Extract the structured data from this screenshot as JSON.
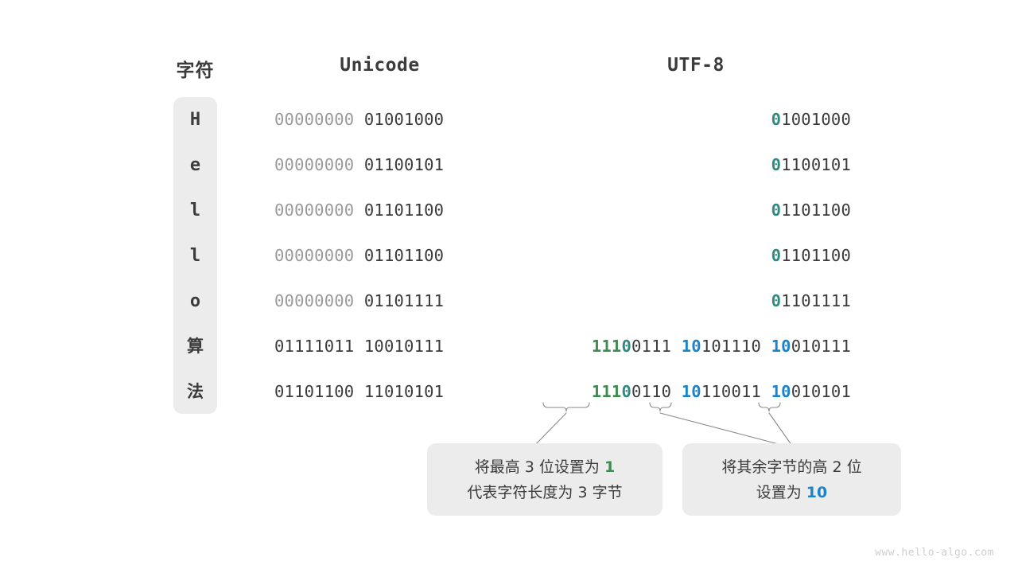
{
  "headers": {
    "character": "字符",
    "unicode": "Unicode",
    "utf8": "UTF-8"
  },
  "colors": {
    "dim": "#9a9a9a",
    "dark": "#3b3b3b",
    "teal": "#2e8b80",
    "green": "#3d8b4f",
    "blue": "#1b83c9",
    "chip_bg": "#ececec",
    "page_bg": "#ffffff"
  },
  "rows": [
    {
      "char": "H",
      "cjk": false,
      "unicode": "00000000 01001000",
      "unicode_dim": "00000000",
      "unicode_rest": " 01001000",
      "utf8_text": "01001000",
      "utf8_lead": "0",
      "utf8_rest": "1001000"
    },
    {
      "char": "e",
      "cjk": false,
      "unicode": "00000000 01100101",
      "unicode_dim": "00000000",
      "unicode_rest": " 01100101",
      "utf8_text": "01100101",
      "utf8_lead": "0",
      "utf8_rest": "1100101"
    },
    {
      "char": "l",
      "cjk": false,
      "unicode": "00000000 01101100",
      "unicode_dim": "00000000",
      "unicode_rest": " 01101100",
      "utf8_text": "01101100",
      "utf8_lead": "0",
      "utf8_rest": "1101100"
    },
    {
      "char": "l",
      "cjk": false,
      "unicode": "00000000 01101100",
      "unicode_dim": "00000000",
      "unicode_rest": " 01101100",
      "utf8_text": "01101100",
      "utf8_lead": "0",
      "utf8_rest": "1101100"
    },
    {
      "char": "o",
      "cjk": false,
      "unicode": "00000000 01101111",
      "unicode_dim": "00000000",
      "unicode_rest": " 01101111",
      "utf8_text": "01101111",
      "utf8_lead": "0",
      "utf8_rest": "1101111"
    },
    {
      "char": "算",
      "cjk": true,
      "unicode": "01111011 10010111",
      "unicode_dim": "",
      "unicode_rest": "01111011 10010111",
      "utf8_text": "11100111 10101110 10010111",
      "utf8_b1_green": "111",
      "utf8_b1_teal": "0",
      "utf8_b1_rest": "0111",
      "utf8_b2_blue": "10",
      "utf8_b2_rest": "101110",
      "utf8_b3_blue": "10",
      "utf8_b3_rest": "010111"
    },
    {
      "char": "法",
      "cjk": true,
      "unicode": "01101100 11010101",
      "unicode_dim": "",
      "unicode_rest": "01101100 11010101",
      "utf8_text": "11100110 10110011 10010101",
      "utf8_b1_green": "111",
      "utf8_b1_teal": "0",
      "utf8_b1_rest": "0110",
      "utf8_b2_blue": "10",
      "utf8_b2_rest": "110011",
      "utf8_b3_blue": "10",
      "utf8_b3_rest": "010101"
    }
  ],
  "callouts": {
    "first": {
      "line1_pre": "将最高 3 位设置为 ",
      "line1_hl": "1",
      "line2": "代表字符长度为 3 字节"
    },
    "second": {
      "line1": "将其余字节的高 2 位",
      "line2_pre": "设置为 ",
      "line2_hl": "10"
    }
  },
  "watermark": "www.hello-algo.com"
}
